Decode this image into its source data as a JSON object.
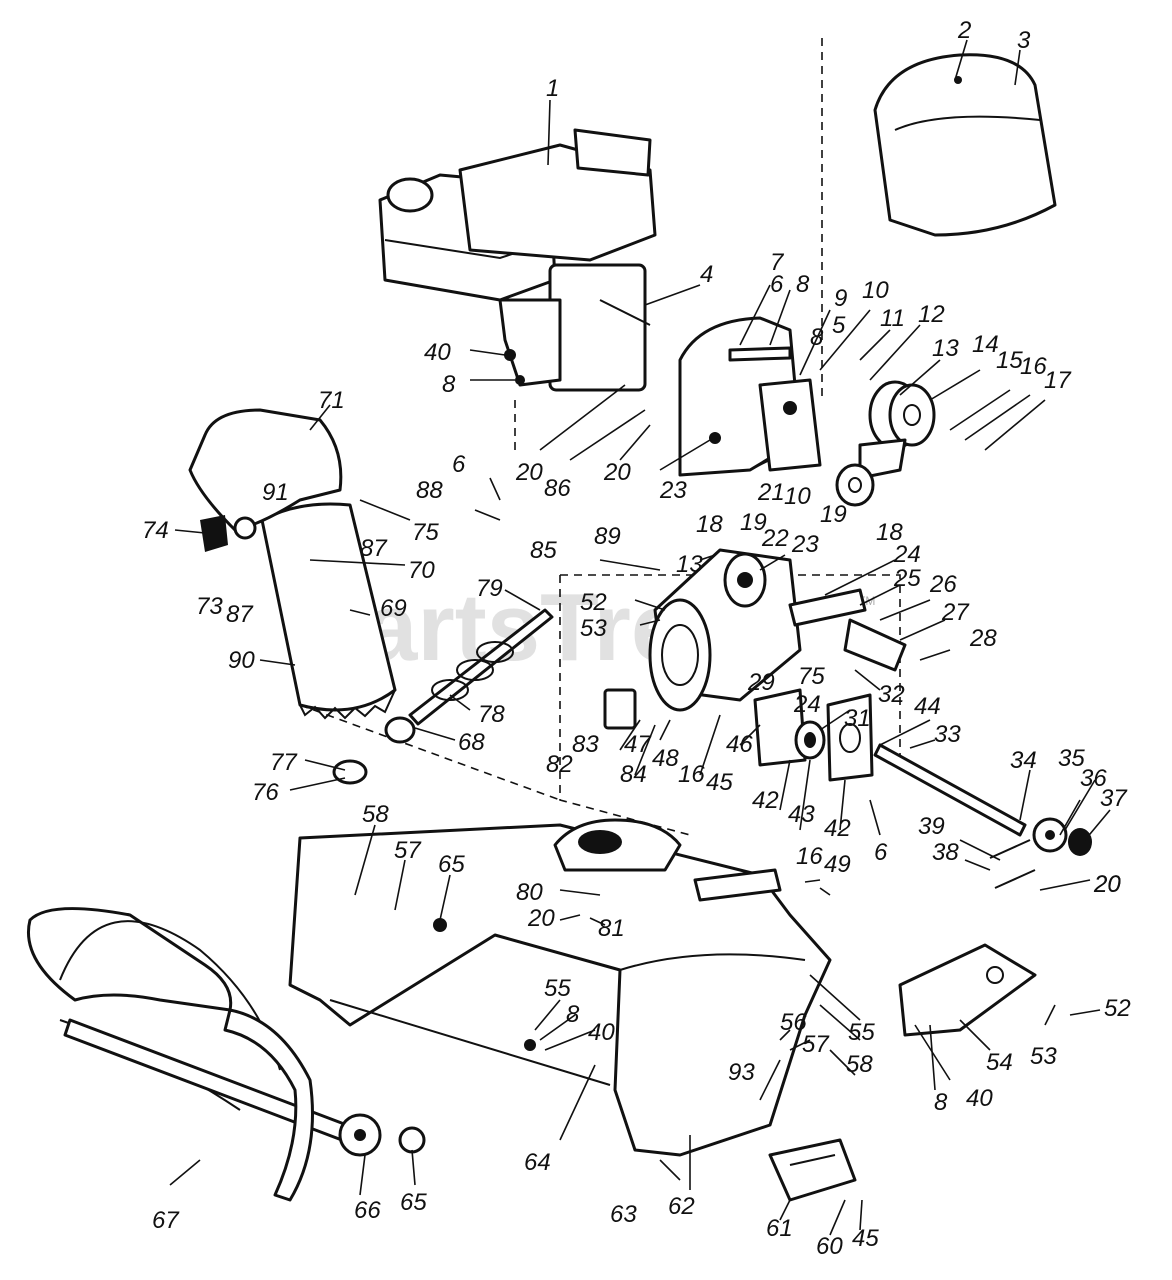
{
  "watermark": {
    "text": "PartsTree",
    "trademark": "TM"
  },
  "callouts": [
    "1",
    "2",
    "3",
    "4",
    "5",
    "6",
    "6",
    "6",
    "7",
    "8",
    "8",
    "8",
    "8",
    "8",
    "9",
    "10",
    "10",
    "11",
    "12",
    "13",
    "13",
    "14",
    "15",
    "16",
    "16",
    "16",
    "17",
    "18",
    "18",
    "19",
    "19",
    "20",
    "20",
    "20",
    "20",
    "20",
    "21",
    "22",
    "23",
    "23",
    "24",
    "24",
    "25",
    "26",
    "27",
    "28",
    "29",
    "31",
    "32",
    "33",
    "34",
    "35",
    "36",
    "37",
    "38",
    "39",
    "40",
    "40",
    "40",
    "42",
    "42",
    "43",
    "44",
    "45",
    "45",
    "46",
    "47",
    "48",
    "49",
    "52",
    "52",
    "53",
    "53",
    "54",
    "55",
    "55",
    "56",
    "57",
    "57",
    "58",
    "58",
    "60",
    "61",
    "62",
    "63",
    "64",
    "65",
    "65",
    "66",
    "67",
    "68",
    "69",
    "70",
    "71",
    "73",
    "74",
    "75",
    "75",
    "76",
    "77",
    "78",
    "79",
    "80",
    "81",
    "82",
    "83",
    "84",
    "85",
    "86",
    "87",
    "87",
    "88",
    "89",
    "90",
    "91",
    "93"
  ]
}
